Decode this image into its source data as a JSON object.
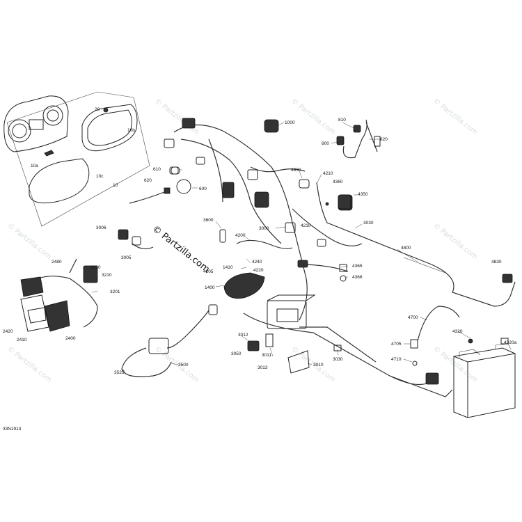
{
  "brand": "© Partzilla.com",
  "watermark": "© Partzilla.com",
  "diagram_code": "33N1913",
  "labels": {
    "p1000": "1000",
    "p20": "20",
    "p10b": "10b",
    "p10a": "10a",
    "p10c": "10c",
    "p10": "10",
    "p610": "610",
    "p620": "620",
    "p600": "600",
    "p810": "810",
    "p820": "820",
    "p800": "800",
    "p4830": "4830",
    "p4210a": "4210",
    "p4360": "4360",
    "p4350": "4350",
    "p3600": "3600",
    "p3000": "3000",
    "p4210b": "4210",
    "p3030a": "3030",
    "p3006": "3006",
    "p3005": "3005",
    "p4200": "4200",
    "p4240": "4240",
    "p1410": "1410",
    "p4220": "4220",
    "p4205": "4205",
    "p4365": "4365",
    "p4366": "4366",
    "p4800": "4800",
    "p4830b": "4830",
    "p2480": "2480",
    "p3220": "3220",
    "p3210": "3210",
    "p3201": "3201",
    "p1400": "1400",
    "p2420": "2420",
    "p2410": "2410",
    "p2400": "2400",
    "p4700": "4700",
    "p4320": "4320",
    "p4320a": "4320a",
    "p3012": "3012",
    "p3011": "3011",
    "p3050": "3050",
    "p3010": "3010",
    "p3013": "3013",
    "p3030b": "3030",
    "p4705": "4705",
    "p4710": "4710",
    "p3525": "3525",
    "p3500": "3500"
  }
}
